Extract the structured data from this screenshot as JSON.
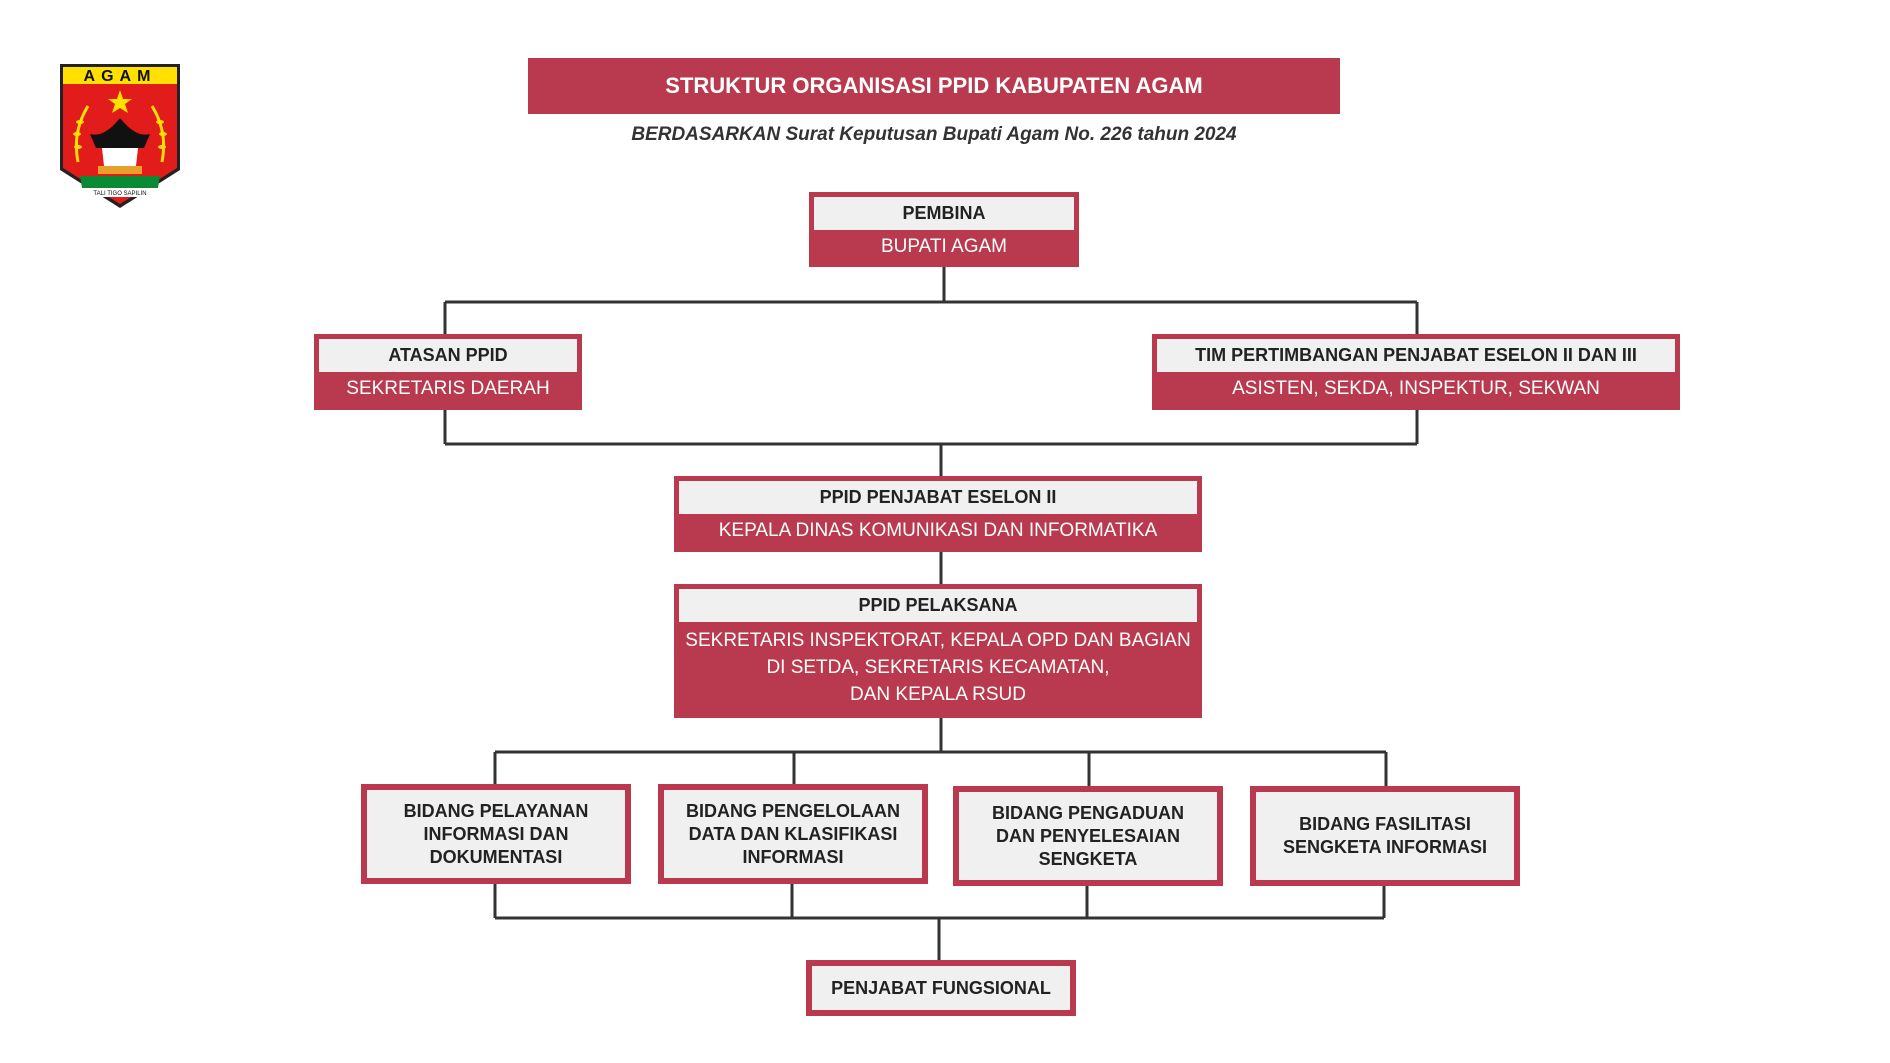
{
  "logo": {
    "top_text": "AGAM",
    "motto": "TALI TIGO SAPILIN",
    "colors": {
      "red": "#e21b1b",
      "yellow": "#ffe000",
      "green": "#0a8a35"
    }
  },
  "header": {
    "title": "STRUKTUR ORGANISASI PPID KABUPATEN AGAM",
    "subtitle": "BERDASARKAN Surat Keputusan Bupati Agam No. 226 tahun 2024"
  },
  "nodes": {
    "pembina": {
      "title": "PEMBINA",
      "body": "BUPATI AGAM"
    },
    "atasan": {
      "title": "ATASAN PPID",
      "body": "SEKRETARIS DAERAH"
    },
    "tim": {
      "title": "TIM PERTIMBANGAN PENJABAT ESELON II DAN III",
      "body": "ASISTEN, SEKDA, INSPEKTUR, SEKWAN"
    },
    "eselon2": {
      "title": "PPID PENJABAT ESELON II",
      "body": "KEPALA DINAS KOMUNIKASI DAN INFORMATIKA"
    },
    "pelaksana": {
      "title": "PPID PELAKSANA",
      "body_lines": [
        "SEKRETARIS INSPEKTORAT, KEPALA OPD DAN BAGIAN",
        "DI SETDA, SEKRETARIS KECAMATAN,",
        "DAN KEPALA RSUD"
      ]
    },
    "bidang": [
      {
        "lines": [
          "BIDANG PELAYANAN",
          "INFORMASI DAN",
          "DOKUMENTASI"
        ]
      },
      {
        "lines": [
          "BIDANG PENGELOLAAN",
          "DATA DAN KLASIFIKASI",
          "INFORMASI"
        ]
      },
      {
        "lines": [
          "BIDANG PENGADUAN",
          "DAN PENYELESAIAN",
          "SENGKETA"
        ]
      },
      {
        "lines": [
          "BIDANG FASILITASI",
          "SENGKETA INFORMASI"
        ]
      }
    ],
    "fungsional": {
      "title": "PENJABAT FUNGSIONAL"
    }
  },
  "colors": {
    "accent": "#b93a4e",
    "box_fill": "#f0f0f0",
    "line": "#333333"
  }
}
